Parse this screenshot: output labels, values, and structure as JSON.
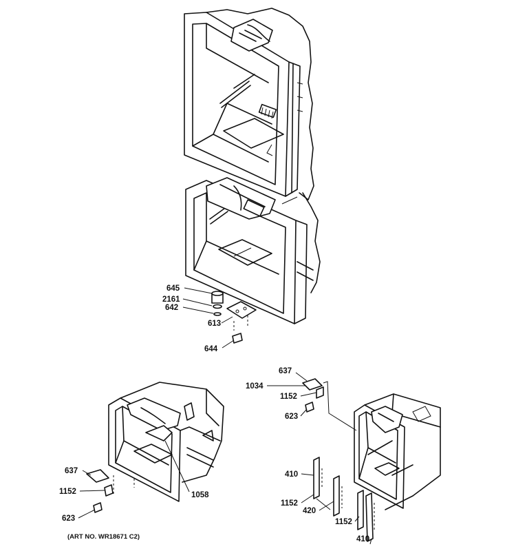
{
  "labels": {
    "p645": "645",
    "p2161": "2161",
    "p642": "642",
    "p613": "613",
    "p644": "644",
    "left_637": "637",
    "left_1152": "1152",
    "left_623": "623",
    "p1058": "1058",
    "right_637": "637",
    "p1034": "1034",
    "right_1152_top": "1152",
    "right_623": "623",
    "right_410_left": "410",
    "right_1152_mid": "1152",
    "p420": "420",
    "right_1152_low": "1152",
    "right_410_right": "410"
  },
  "art_number": "(ART NO. WR18671 C2)"
}
